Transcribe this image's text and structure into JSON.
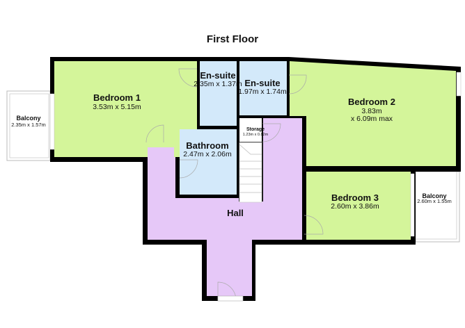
{
  "title": "First Floor",
  "colors": {
    "bedroom": "#d4f59a",
    "bathroom": "#d3e9fa",
    "hall": "#e6c8f8",
    "wall": "#000000",
    "balcony": "#ffffff"
  },
  "rooms": {
    "bedroom1": {
      "name": "Bedroom 1",
      "dims": "3.53m x 5.15m"
    },
    "ensuite1": {
      "name": "En-suite",
      "dims": "2.35m x 1.37m"
    },
    "ensuite2": {
      "name": "En-suite",
      "dims": "1.97m x 1.74m"
    },
    "bedroom2": {
      "name": "Bedroom 2",
      "dims": "3.83m",
      "dims2": "x 6.09m max"
    },
    "bathroom": {
      "name": "Bathroom",
      "dims": "2.47m x 2.06m"
    },
    "storage": {
      "name": "Storage",
      "dims": "1.23m x 0.82m"
    },
    "bedroom3": {
      "name": "Bedroom 3",
      "dims": "2.60m x 3.86m"
    },
    "hall": {
      "name": "Hall"
    },
    "balcony_left": {
      "name": "Balcony",
      "dims": "2.35m x 1.57m"
    },
    "balcony_right": {
      "name": "Balcony",
      "dims": "2.60m x 1.55m"
    }
  }
}
